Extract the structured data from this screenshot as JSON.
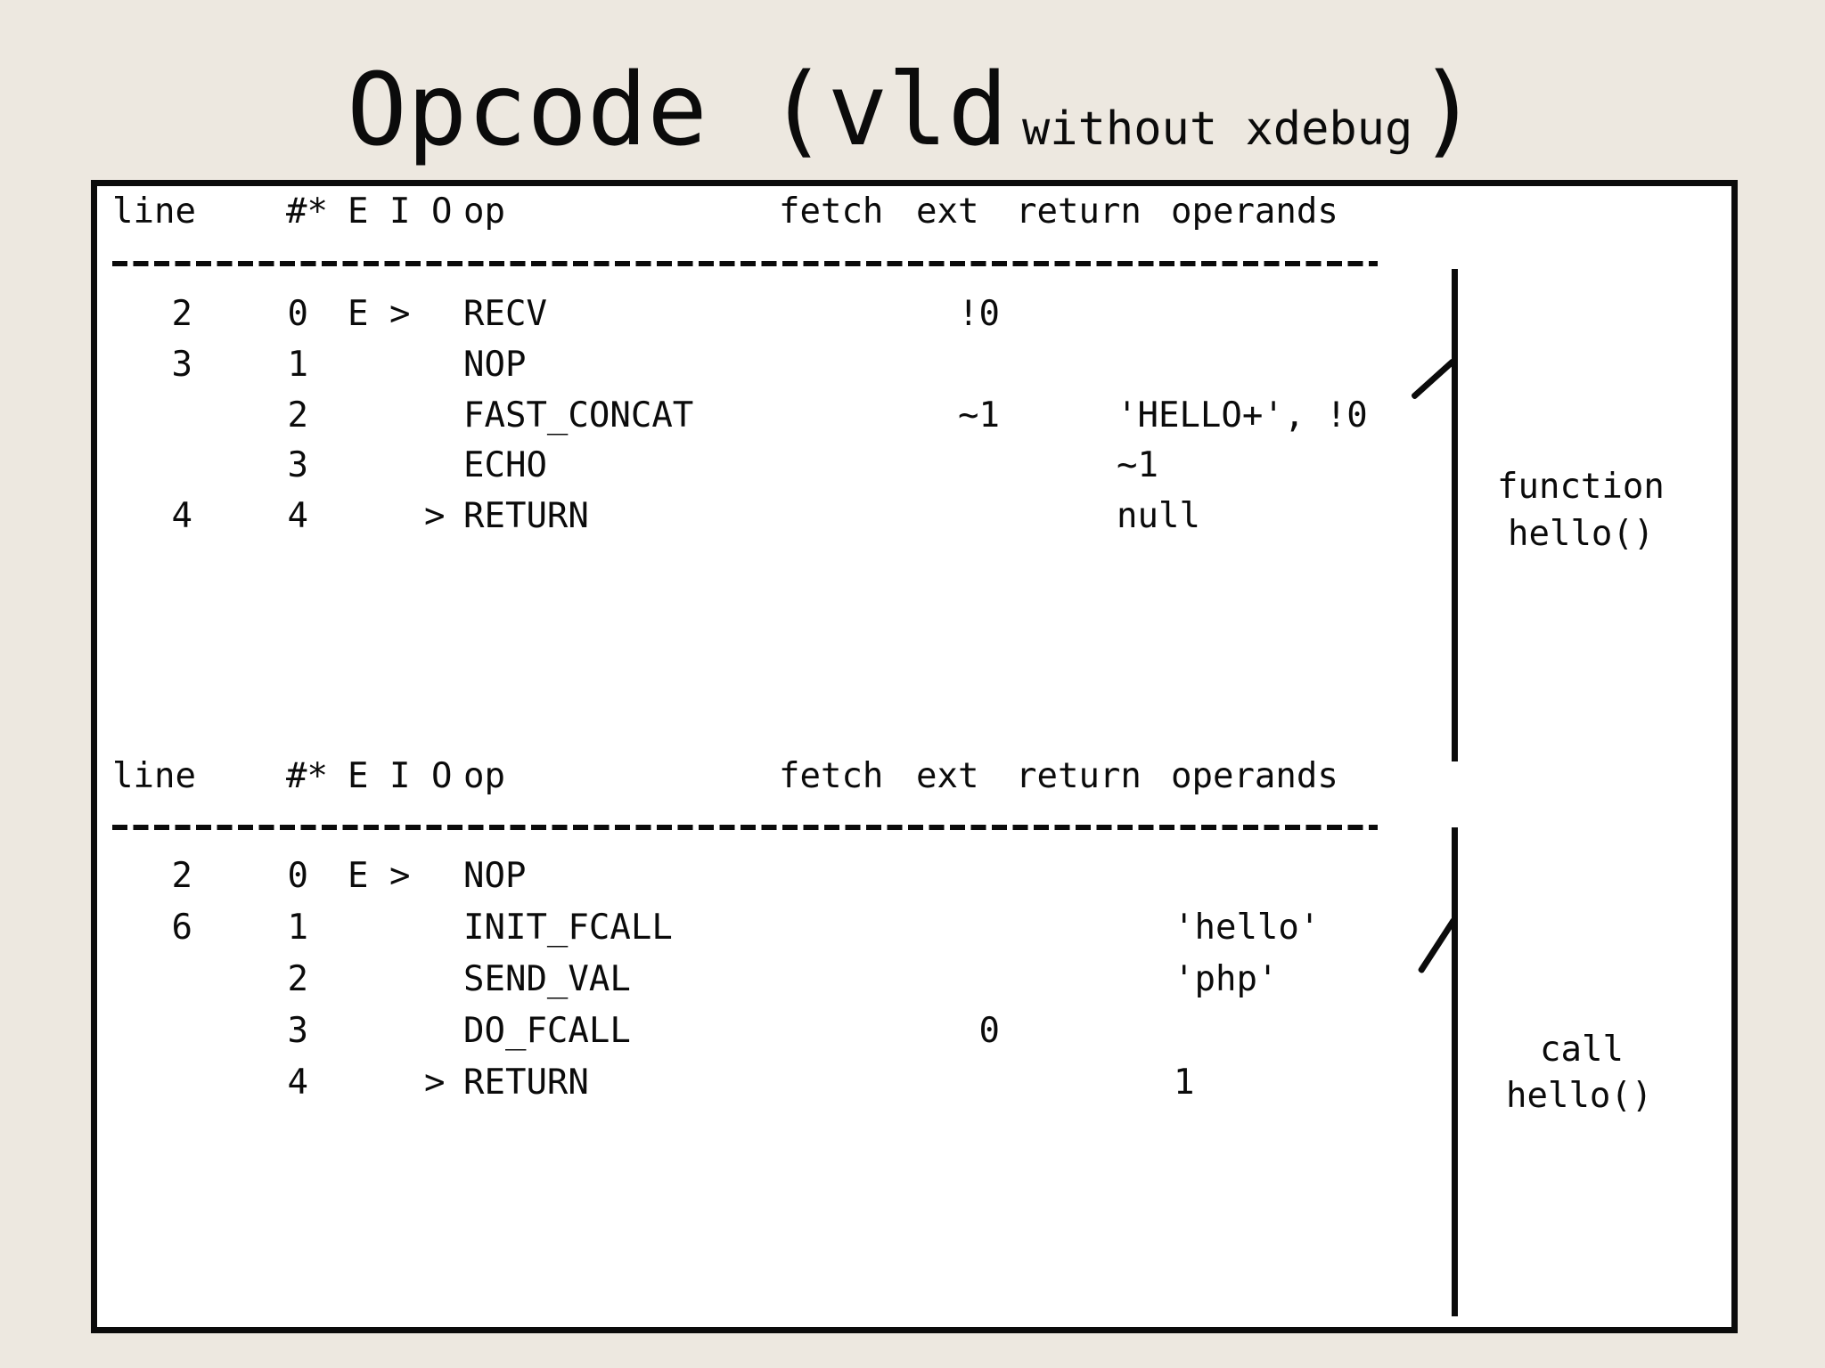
{
  "title": {
    "main": "Opcode (vld",
    "sub": "without xdebug",
    "close": ")"
  },
  "colors": {
    "background": "#EDE8E0",
    "panel": "#FFFFFF",
    "ink": "#0B0B0B"
  },
  "t1": {
    "h": {
      "line": "line",
      "num": "#*",
      "E": "E",
      "I": "I",
      "O": "O",
      "op": "op",
      "fetch": "fetch",
      "ext": "ext",
      "ret": "return",
      "ops": "operands"
    },
    "r1": {
      "line": "2",
      "num": "0",
      "E": "E",
      "gt": ">",
      "op": "RECV",
      "ext": "!0"
    },
    "r2": {
      "line": "3",
      "num": "1",
      "op": "NOP"
    },
    "r3": {
      "num": "2",
      "op": "FAST_CONCAT",
      "ext": "~1",
      "ops": "'HELLO+', !0"
    },
    "r4": {
      "num": "3",
      "op": "ECHO",
      "ops": "~1"
    },
    "r5": {
      "line": "4",
      "num": "4",
      "gt": ">",
      "op": "RETURN",
      "ops": "null"
    },
    "note_line1": "function",
    "note_line2": "hello()"
  },
  "t2": {
    "h": {
      "line": "line",
      "num": "#*",
      "E": "E",
      "I": "I",
      "O": "O",
      "op": "op",
      "fetch": "fetch",
      "ext": "ext",
      "ret": "return",
      "ops": "operands"
    },
    "r1": {
      "line": "2",
      "num": "0",
      "E": "E",
      "gt": ">",
      "op": "NOP"
    },
    "r2": {
      "line": "6",
      "num": "1",
      "op": "INIT_FCALL",
      "ops": "'hello'"
    },
    "r3": {
      "num": "2",
      "op": "SEND_VAL",
      "ops": "'php'"
    },
    "r4": {
      "num": "3",
      "op": "DO_FCALL",
      "ext": "0"
    },
    "r5": {
      "num": "4",
      "gt": ">",
      "op": "RETURN",
      "ops": "1"
    },
    "note_line1": "call",
    "note_line2": "hello()"
  }
}
